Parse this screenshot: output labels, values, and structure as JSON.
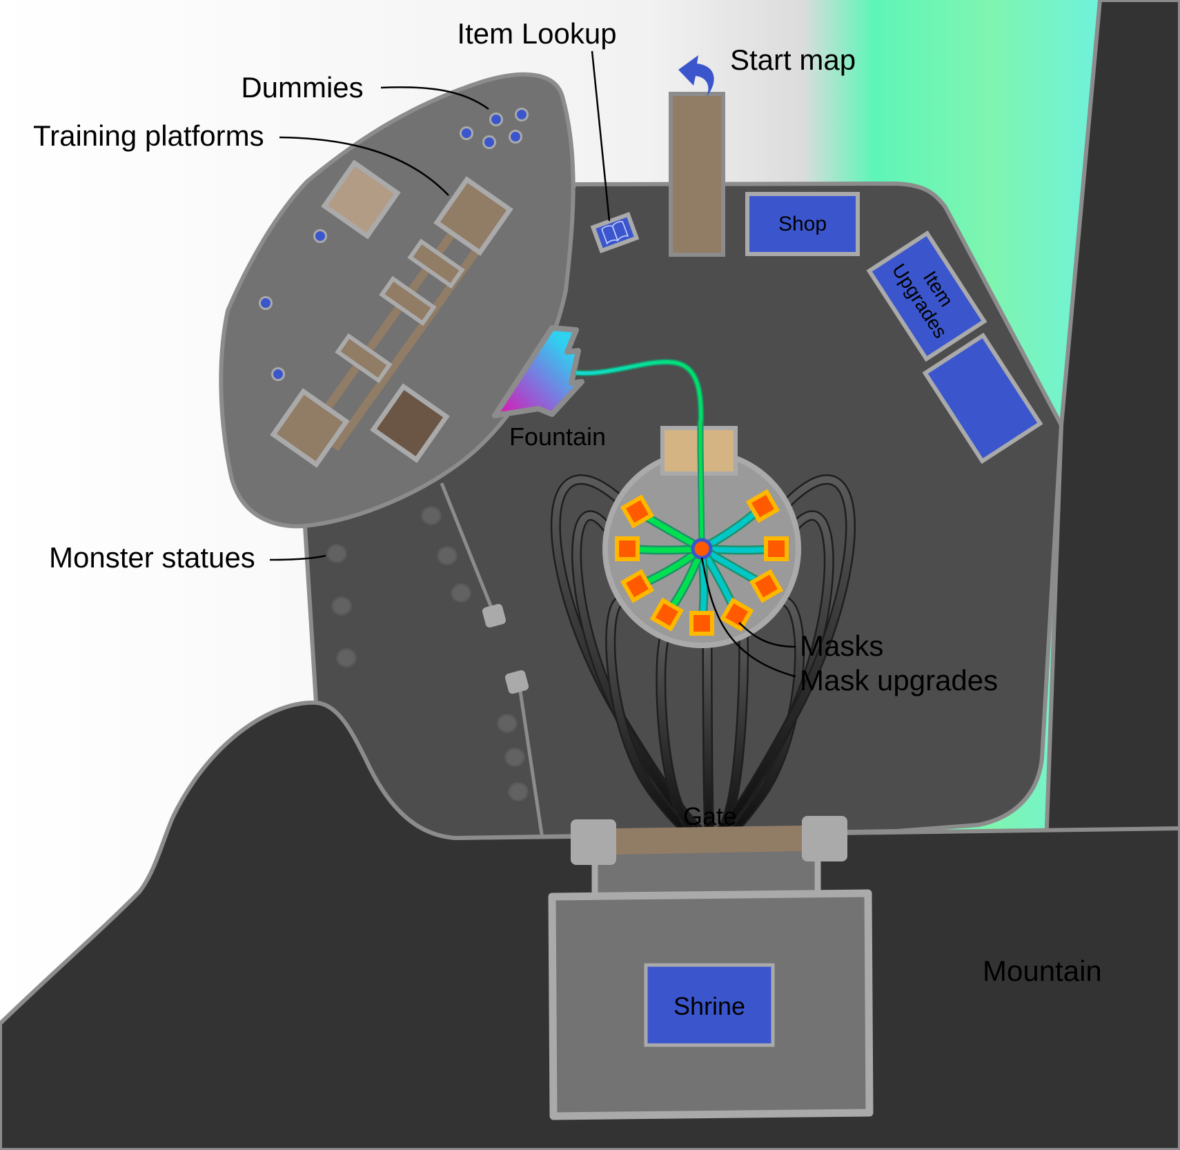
{
  "map": {
    "labels": {
      "item_lookup": "Item Lookup",
      "start_map": "Start map",
      "dummies": "Dummies",
      "training_platforms": "Training platforms",
      "shop": "Shop",
      "item_upgrades_line1": "Item",
      "item_upgrades_line2": "Upgrades",
      "fountain": "Fountain",
      "monster_statues": "Monster statues",
      "masks": "Masks",
      "mask_upgrades": "Mask upgrades",
      "gate": "Gate",
      "shrine": "Shrine",
      "mountain": "Mountain"
    },
    "icons": {
      "item_lookup": "book-icon",
      "start_map": "curved-arrow-icon"
    },
    "colors": {
      "mountain": "#333333",
      "courtyard": "#4d4d4d",
      "island": "#727272",
      "outline": "#8c8c8c",
      "stone": "#aaaaaa",
      "wood": "#917c66",
      "wood_light": "#b29c86",
      "wood_dark": "#6b5645",
      "building_blue": "#3b56cc",
      "dummy_blue": "#3b56cc",
      "mask_fill": "#ff5a00",
      "mask_border": "#ffb800",
      "pipe_green": "#00e050",
      "pipe_cyan": "#00c8c8",
      "plaza": "#9a9a9a",
      "altar": "#d4b483"
    },
    "counts": {
      "dummies": 5,
      "statues": 9,
      "masks": 9,
      "cables": 9
    }
  }
}
